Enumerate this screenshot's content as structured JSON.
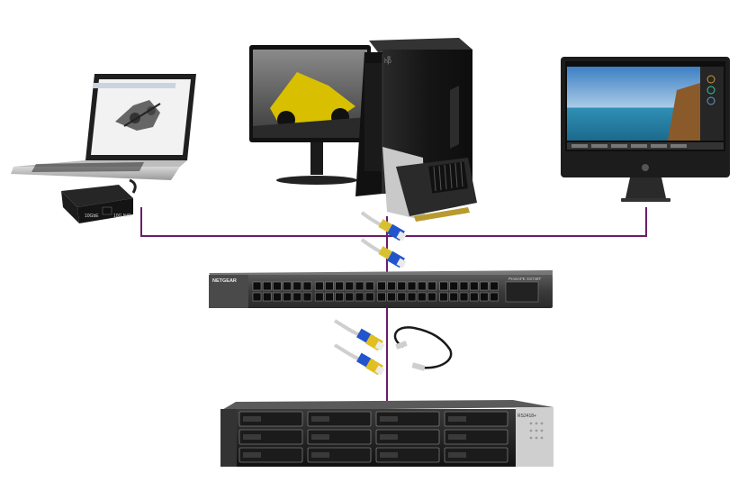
{
  "devices": {
    "laptop": {
      "icon": "laptop-icon"
    },
    "thunderbolt_adapter": {
      "icon": "network-adapter-icon",
      "port_left_label": "10GbE",
      "port_right_label": "10G NIC"
    },
    "workstation": {
      "icon": "desktop-workstation-icon",
      "brand_mark": "hp"
    },
    "pcie_card": {
      "icon": "pcie-network-card-icon"
    },
    "all_in_one": {
      "icon": "all-in-one-computer-icon"
    },
    "switch": {
      "icon": "network-switch-icon",
      "brand_label": "NETGEAR",
      "model_label": "ProSAFE XS748T"
    },
    "nas": {
      "icon": "rackmount-nas-icon",
      "model_label": "RS2418+"
    }
  },
  "cables": {
    "ethernet": {
      "icon": "ethernet-cable-icon"
    },
    "sfp": {
      "icon": "sfp-dac-cable-icon"
    }
  },
  "colors": {
    "link_line": "#6b1d6b",
    "device_dark": "#1a1a1a",
    "cable_blue": "#2255cc",
    "cable_yellow": "#e0c020"
  }
}
